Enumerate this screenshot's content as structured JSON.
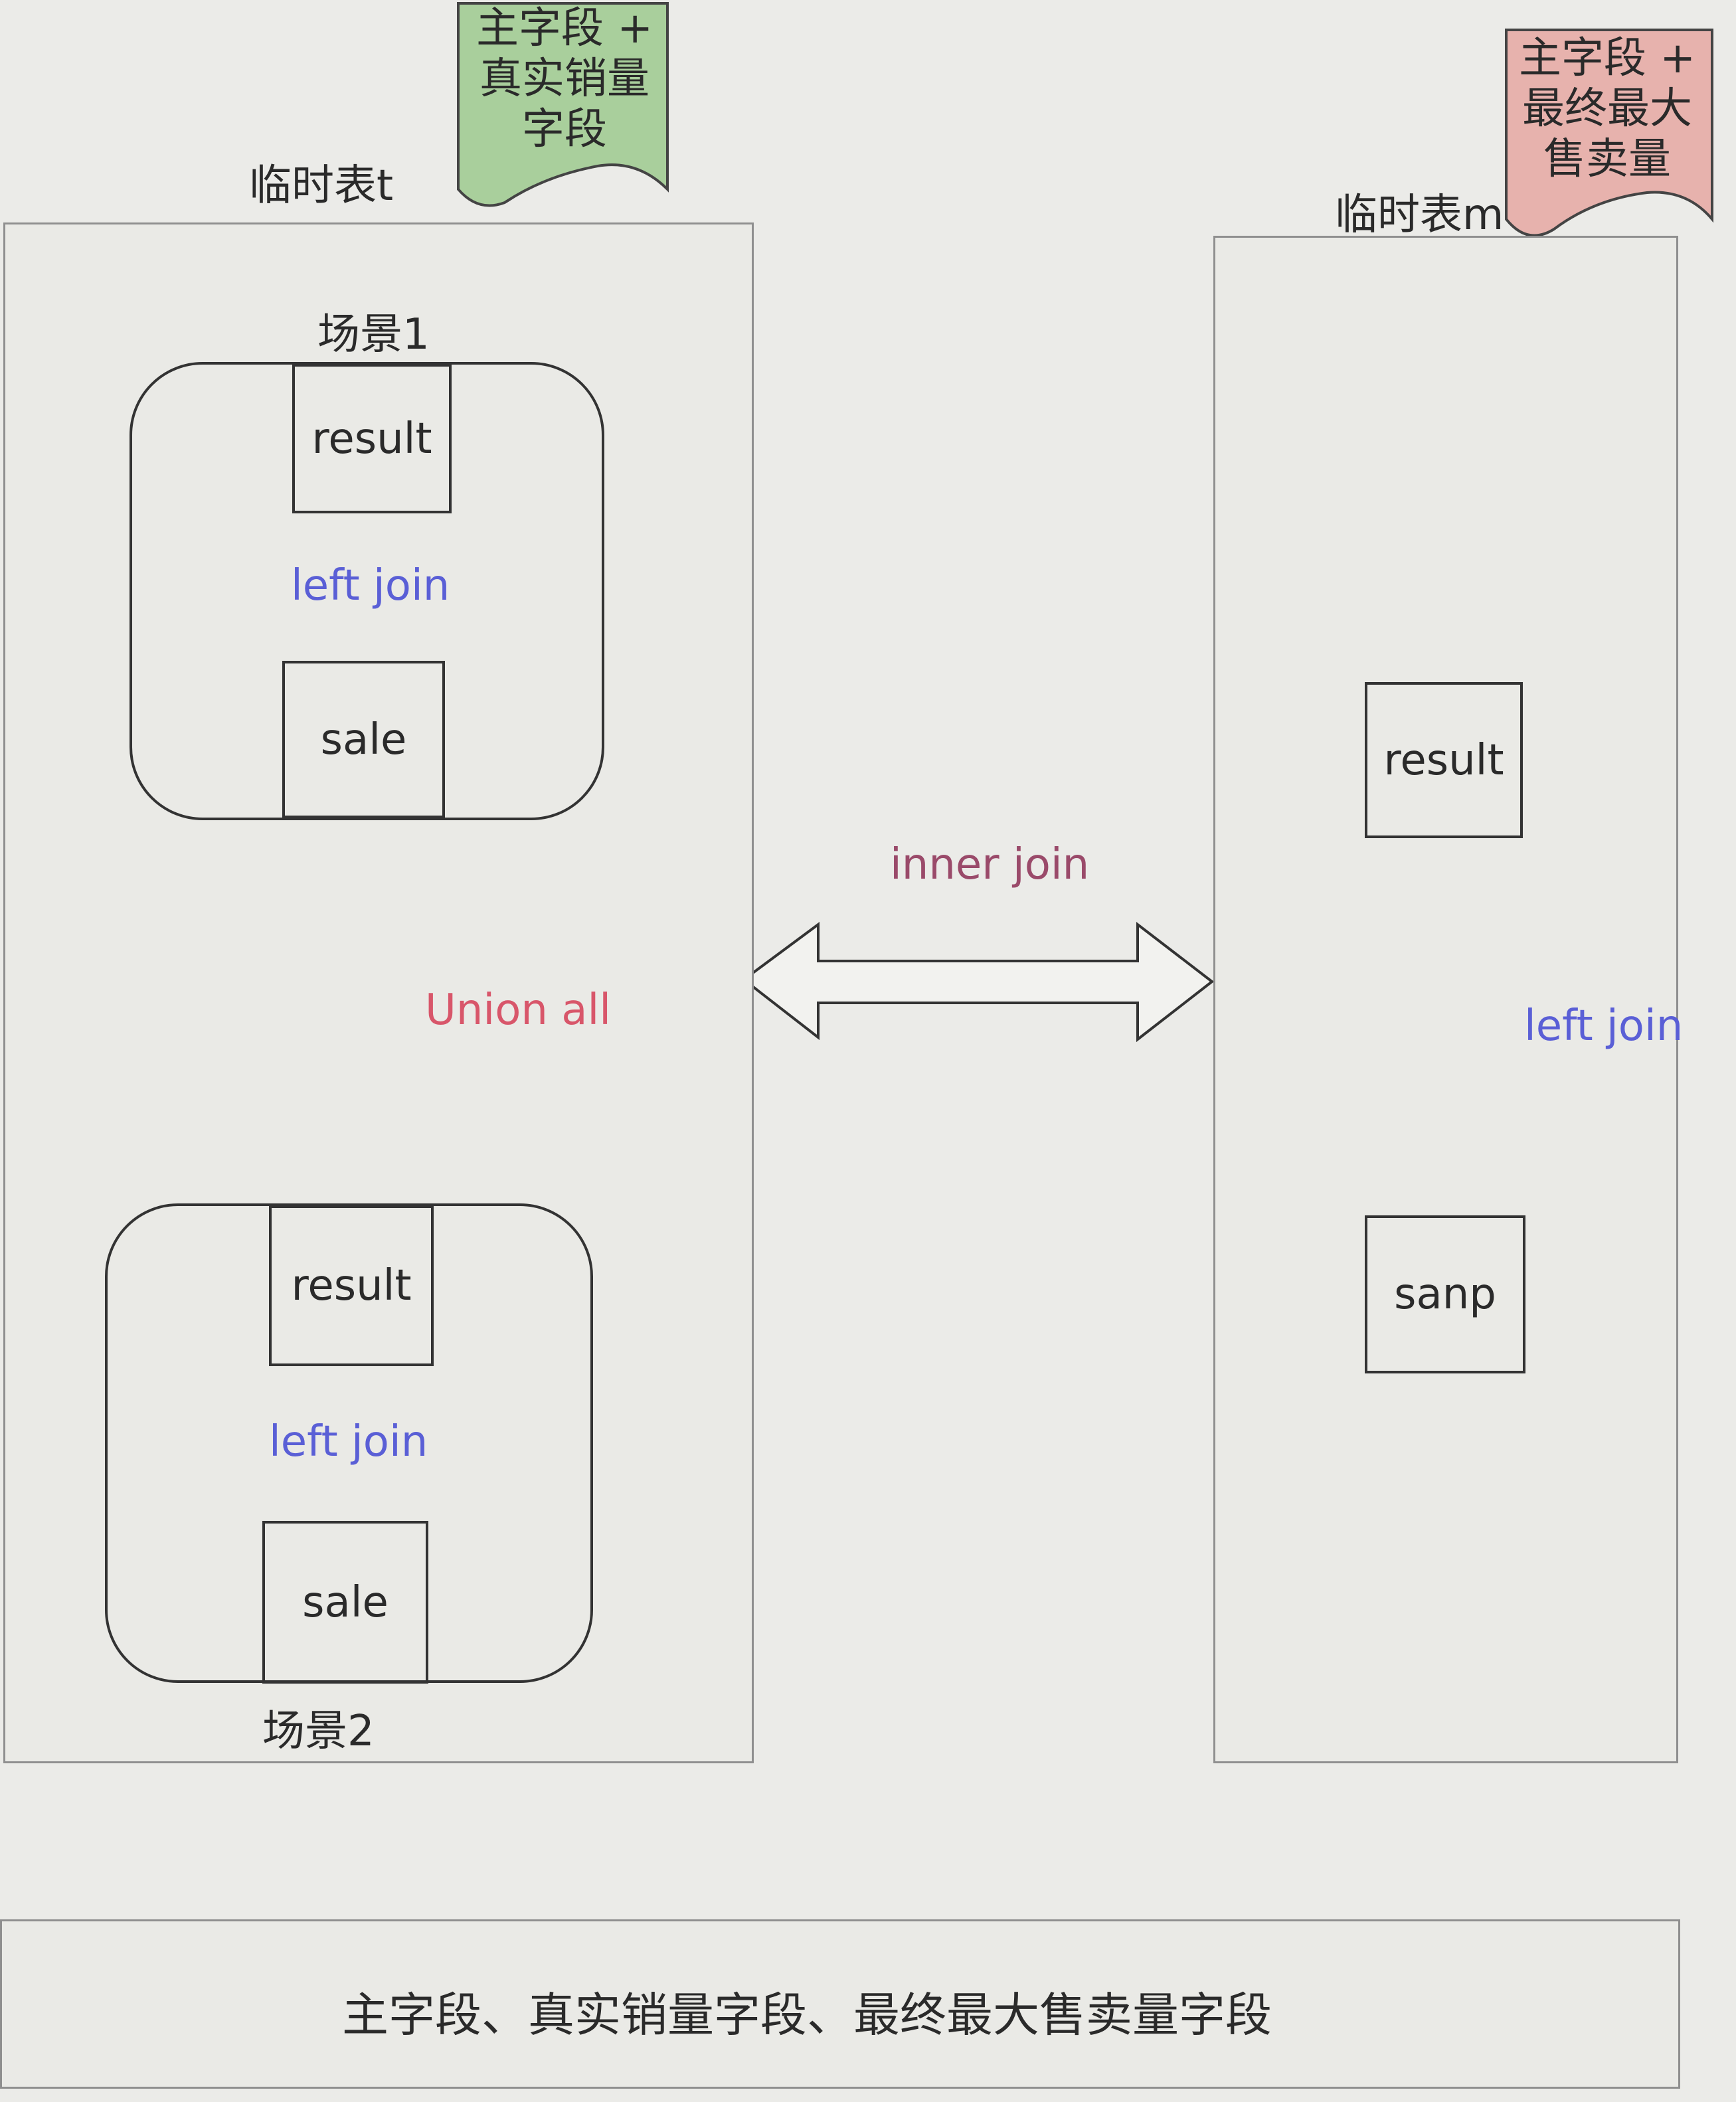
{
  "table_t": {
    "label": "临时表t",
    "note_lines": [
      "主字段 +",
      "真实销量",
      "字段"
    ],
    "scenario1": {
      "label": "场景1",
      "top_table": "result",
      "join": "left join",
      "bottom_table": "sale"
    },
    "scenario2": {
      "label": "场景2",
      "top_table": "result",
      "join": "left join",
      "bottom_table": "sale"
    },
    "union_label": "Union all"
  },
  "table_m": {
    "label": "临时表m",
    "note_lines": [
      "主字段 +",
      "最终最大",
      "售卖量"
    ],
    "top_table": "result",
    "join": "left join",
    "bottom_table": "sanp"
  },
  "middle_join": "inner join",
  "footer": "主字段、真实销量字段、最终最大售卖量字段",
  "colors": {
    "note_green": "#a9cf9c",
    "note_pink": "#e7b2ad",
    "join_blue": "#5a5fd6",
    "union_red": "#d8566a"
  }
}
